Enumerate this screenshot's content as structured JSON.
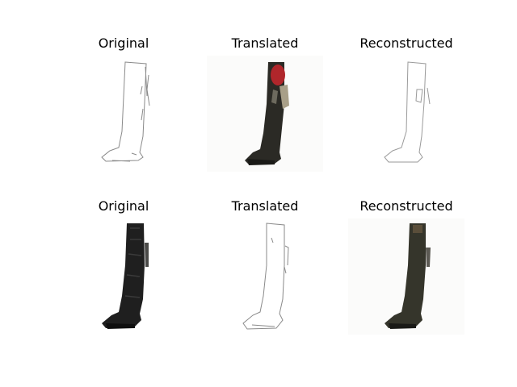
{
  "figure": {
    "rows": [
      {
        "panels": [
          {
            "title": "Original",
            "kind": "sketch",
            "detail": "full"
          },
          {
            "title": "Translated",
            "kind": "photo",
            "tone": "dark-red"
          },
          {
            "title": "Reconstructed",
            "kind": "sketch",
            "detail": "light"
          }
        ]
      },
      {
        "panels": [
          {
            "title": "Original",
            "kind": "photo",
            "tone": "black"
          },
          {
            "title": "Translated",
            "kind": "sketch",
            "detail": "full"
          },
          {
            "title": "Reconstructed",
            "kind": "photo",
            "tone": "olive"
          }
        ]
      }
    ]
  },
  "colors": {
    "background": "#ffffff",
    "sketch_line": "#8a8a8a",
    "boot_black": "#1f1f1f",
    "boot_dark": "#2b2a25",
    "boot_olive": "#35352b",
    "red_accent": "#b0262b"
  }
}
